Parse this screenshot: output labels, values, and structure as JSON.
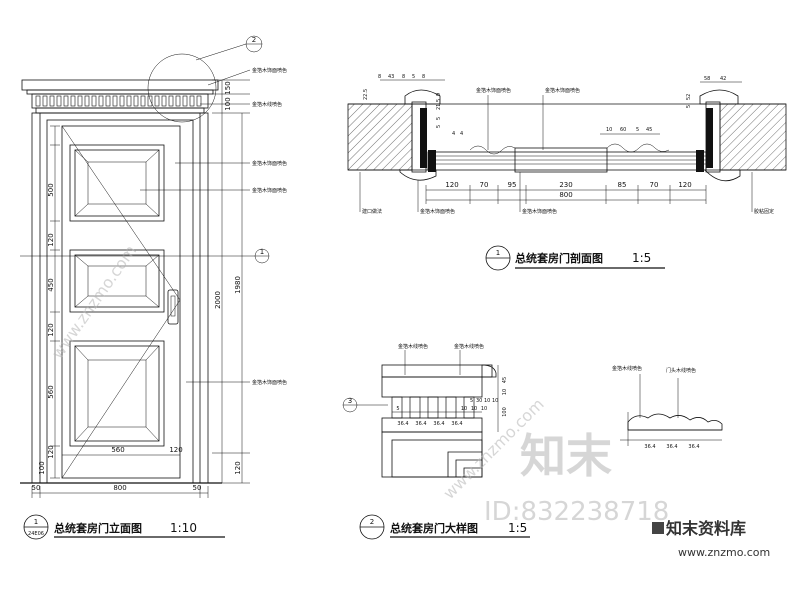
{
  "elevation": {
    "title": "总统套房门立面图",
    "scale": "1:10",
    "callout_num": "1",
    "callout_ref": "24E06",
    "detail_tag": "2",
    "section_tag": "1",
    "dims_vertical_left": [
      "500",
      "120",
      "450",
      "120",
      "560",
      "120",
      "100"
    ],
    "dims_vertical_right": [
      "150",
      "100",
      "2000",
      "1980",
      "120"
    ],
    "dims_bottom_panel": [
      "560",
      "120"
    ],
    "dims_bottom_total": [
      "50",
      "800",
      "50"
    ],
    "notes": [
      "金箔木饰面喷色",
      "金箔木线喷色",
      "金箔木饰面喷色",
      "金箔木饰面喷色",
      "金箔木饰面喷色"
    ]
  },
  "plan_section": {
    "title": "总统套房门剖面图",
    "scale": "1:5",
    "callout_num": "1",
    "dims_top_left": [
      "8",
      "43",
      "8",
      "5",
      "8"
    ],
    "dims_top_right": [
      "58",
      "42"
    ],
    "dims_left_vertical": [
      "22.5",
      "9",
      "21.5",
      "5",
      "5"
    ],
    "dims_right_vertical": [
      "52",
      "5"
    ],
    "dims_center": [
      "4",
      "4",
      "10",
      "60",
      "5",
      "45"
    ],
    "dims_bottom": [
      "120",
      "70",
      "95",
      "230",
      "85",
      "70",
      "120"
    ],
    "dim_total": "800",
    "notes_top": [
      "金箔木饰面喷色",
      "金箔木饰面喷色"
    ],
    "notes_bottom": [
      "金箔木饰面喷色",
      "金箔木饰面喷色"
    ],
    "label_left": "建口做法",
    "label_right": "胶粘固定"
  },
  "detail": {
    "title": "总统套房门大样图",
    "scale": "1:5",
    "callout_num": "2",
    "ref_tag": "3",
    "notes": [
      "金箔木线喷色",
      "金箔木线喷色"
    ],
    "dims_top": [
      "5",
      "30",
      "10",
      "10"
    ],
    "dims_side": [
      "45",
      "10",
      "100"
    ],
    "dims_row": [
      "36.4",
      "36.4",
      "36.4",
      "36.4"
    ],
    "dims_small": [
      "5",
      "10",
      "10",
      "10"
    ]
  },
  "small_detail": {
    "notes": [
      "金箔木线喷色",
      "门头木线喷色"
    ],
    "dims": [
      "36.4",
      "36.4",
      "36.4"
    ]
  },
  "watermark": {
    "brand": "知末",
    "id_text": "ID:832238718",
    "site_cn": "知末资料库",
    "url": "www.znzmo.com",
    "diag": "www.znzmo.com"
  }
}
